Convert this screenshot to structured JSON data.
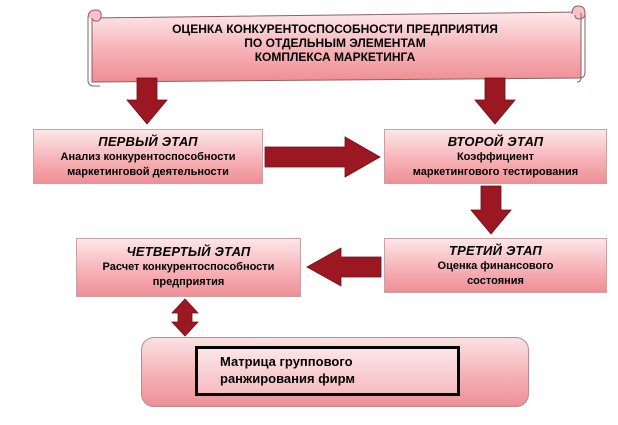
{
  "header": {
    "line1": "ОЦЕНКА КОНКУРЕНТОСПОСОБНОСТИ ПРЕДПРИЯТИЯ",
    "line2": "ПО ОТДЕЛЬНЫМ ЭЛЕМЕНТАМ",
    "line3": "КОМПЛЕКСА МАРКЕТИНГА"
  },
  "stages": {
    "first": {
      "title": "ПЕРВЫЙ ЭТАП",
      "line1": "Анализ конкурентоспособности",
      "line2": "маркетинговой деятельности"
    },
    "second": {
      "title": "ВТОРОЙ ЭТАП",
      "line1": "Коэффициент",
      "line2": "маркетингового тестирования"
    },
    "third": {
      "title": "ТРЕТИЙ ЭТАП",
      "line1": "Оценка финансового",
      "line2": "состояния"
    },
    "fourth": {
      "title": "ЧЕТВЕРТЫЙ ЭТАП",
      "line1": "Расчет конкурентоспособности",
      "line2": "предприятия"
    }
  },
  "result": {
    "line1": "Матрица группового",
    "line2": "ранжирования фирм"
  },
  "colors": {
    "arrow": "#9b1822",
    "box_fill_top": "#fce7e8",
    "box_fill_bottom": "#ee8f95"
  }
}
